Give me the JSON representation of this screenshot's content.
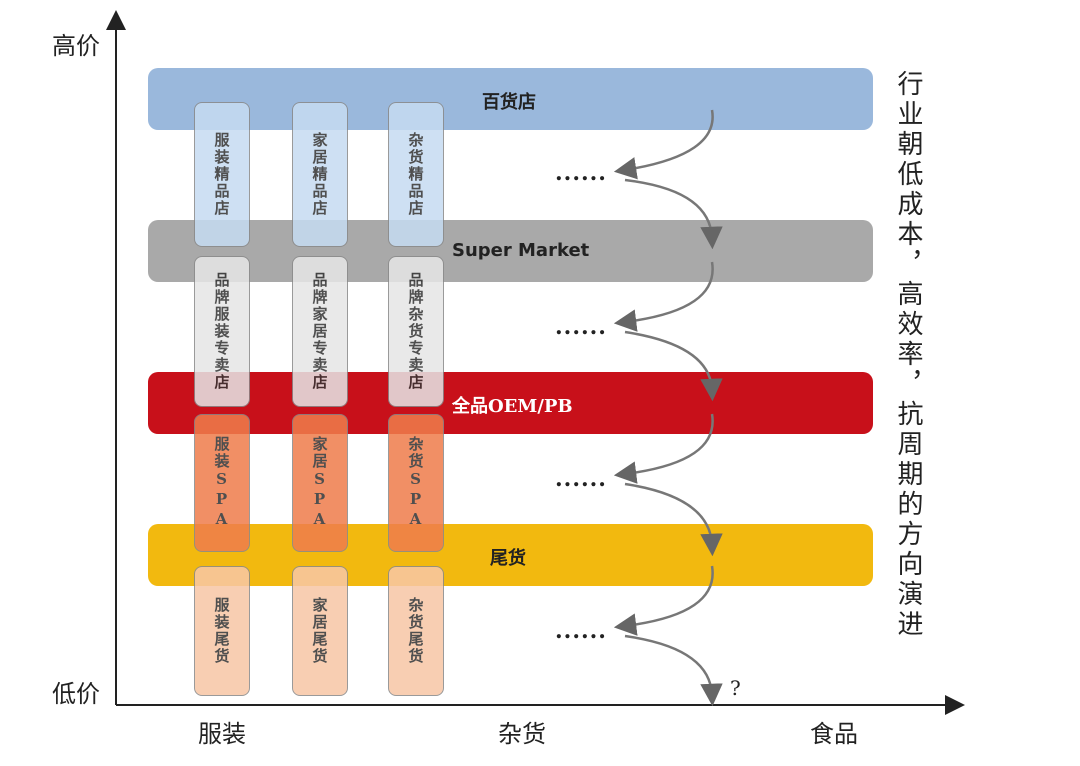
{
  "axes": {
    "y_top_label": "高价",
    "y_bottom_label": "低价",
    "x_labels": [
      "服装",
      "杂货",
      "食品"
    ]
  },
  "bands": [
    {
      "label": "百货店",
      "color": "#9ab8dc"
    },
    {
      "label": "Super Market",
      "color": "#a9a9a9"
    },
    {
      "label": "全品OEM/PB",
      "color": "#c8101a"
    },
    {
      "label": "尾货",
      "color": "#f2b90f"
    }
  ],
  "columns": [
    {
      "cards": [
        "服装精品店",
        "品牌服装专卖店",
        "服装SPA",
        "服装尾货"
      ]
    },
    {
      "cards": [
        "家居精品店",
        "品牌家居专卖店",
        "家居SPA",
        "家居尾货"
      ]
    },
    {
      "cards": [
        "杂货精品店",
        "品牌杂货专卖店",
        "杂货SPA",
        "杂货尾货"
      ]
    }
  ],
  "card_colors": [
    "#c6dcf2",
    "#e6e6e6",
    "#ef7d4c",
    "#f8c7a6"
  ],
  "ellipsis": "......",
  "question_mark": "?",
  "side_note": "行业朝低成本，高效率，抗周期的方向演进"
}
